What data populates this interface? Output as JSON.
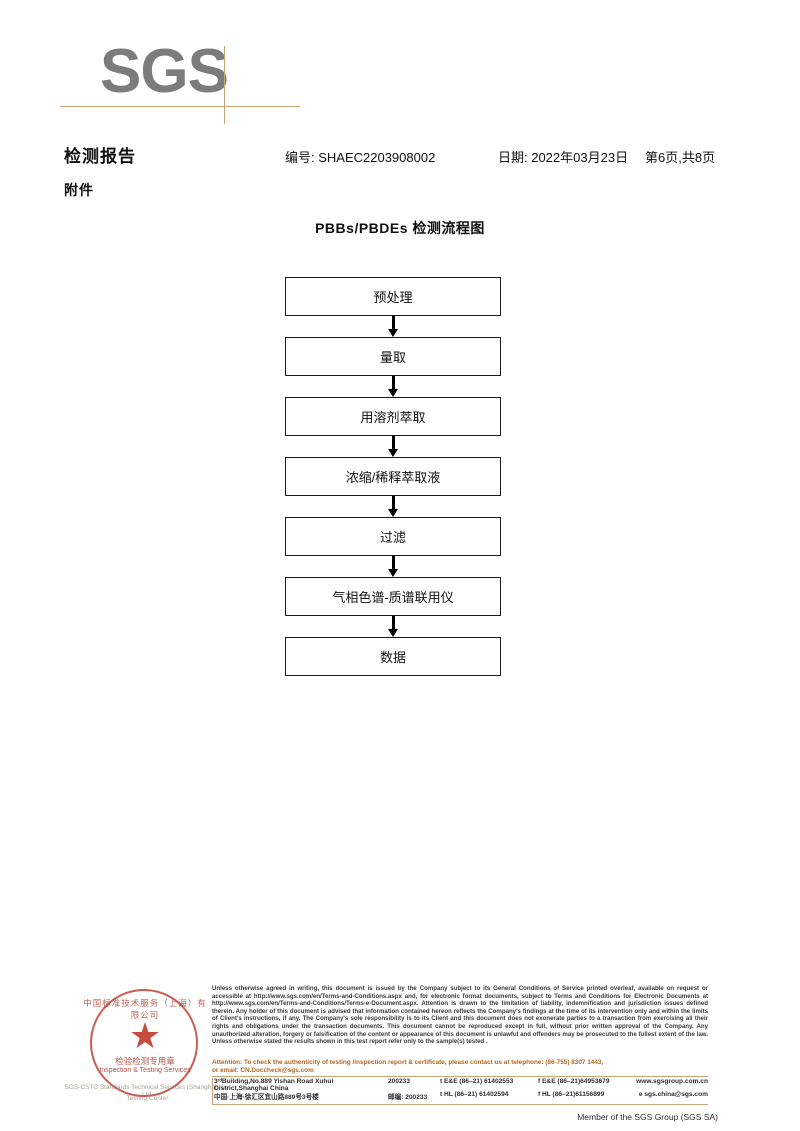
{
  "header": {
    "logo_text": "SGS",
    "report_title": "检测报告",
    "attachment_label": "附件",
    "report_no": "编号: SHAEC2203908002",
    "report_date": "日期: 2022年03月23日",
    "page_info": "第6页,共8页"
  },
  "flowchart": {
    "title": "PBBs/PBDEs 检测流程图",
    "steps": [
      {
        "label": "预处理"
      },
      {
        "label": "量取"
      },
      {
        "label": "用溶剂萃取"
      },
      {
        "label": "浓缩/稀释萃取液"
      },
      {
        "label": "过滤"
      },
      {
        "label": "气相色谱-质谱联用仪"
      },
      {
        "label": "数据"
      }
    ]
  },
  "seal": {
    "arc_text": "中国标准技术服务（上海）有限公司",
    "line1": "检验检测专用章",
    "line2": "Inspection & Testing Services",
    "base1": "SGS-CSTC Standards Technical Services (Shanghai) Co. Ltd.",
    "base2": "Testing Center"
  },
  "footer": {
    "legal_paragraphs": [
      "Unless otherwise agreed in writing, this document is issued by the Company subject to its General Conditions of Service printed overleaf, available on request or accessible at http://www.sgs.com/en/Terms-and-Conditions.aspx and, for electronic format documents, subject to Terms and Conditions for Electronic Documents at http://www.sgs.com/en/Terms-and-Conditions/Terms-e-Document.aspx. Attention is drawn to the limitation of liability, indemnification and jurisdiction issues defined therein. Any holder of this document is advised that information contained hereon reflects the Company's findings at the time of its intervention only and within the limits of Client's instructions, if any. The Company's sole responsibility is to its Client and this document does not exonerate parties to a transaction from exercising all their rights and obligations under the transaction documents. This document cannot be reproduced except in full, without prior written approval of the Company. Any unauthorized alteration, forgery or falsification of the content or appearance of this document is unlawful and offenders may be prosecuted to the fullest extent of the law. Unless otherwise stated the results shown in this test report refer only to the sample(s) tested ."
    ],
    "attention_lines": [
      "Attention: To check the authenticity of testing /inspection report & certificate, please contact us at telephone: (86-755) 8307 1443,",
      "or email: CN.Doccheck@sgs.com"
    ],
    "address_en": "3ʳᵈBuilding,No.889 Yishan Road Xuhui District,Shanghai China",
    "address_cn": "中国·上海·徐汇区宜山路889号3号楼",
    "zip_en": "200233",
    "zip_cn": "邮编: 200233",
    "tel_en": "t E&E (86–21) 61402553",
    "fax_en": "f E&E (86–21)64953679",
    "tel_cn": "t HL (86–21) 61402594",
    "fax_cn": "f HL (86–21)61156899",
    "web": "www.sgsgroup.com.cn",
    "email": "e sgs.china@sgs.com",
    "member_line": "Member of the SGS Group (SGS SA)"
  },
  "colors": {
    "logo_gray": "#7c7c7c",
    "rule_tan": "#c6a274",
    "attention_orange": "#b5651d",
    "seal_red": "#c0392b"
  }
}
